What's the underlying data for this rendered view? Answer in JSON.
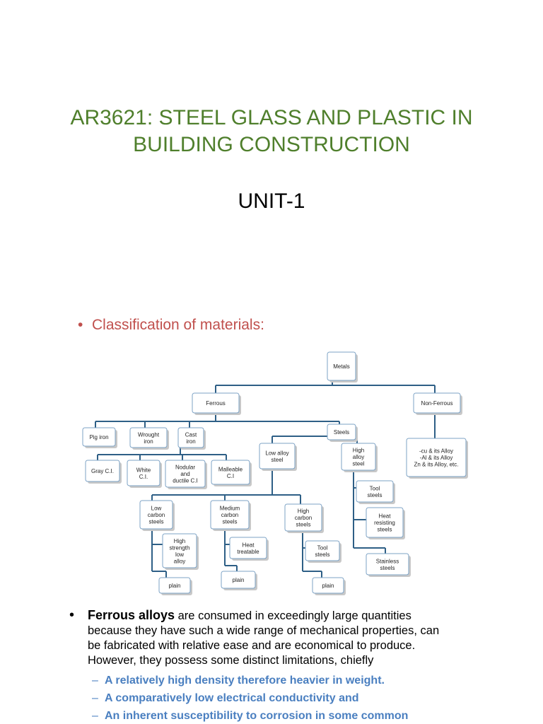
{
  "title_line1": "AR3621: STEEL GLASS AND PLASTIC IN",
  "title_line2": "BUILDING CONSTRUCTION",
  "unit": "UNIT-1",
  "bullet_heading": "Classification of materials:",
  "diagram": {
    "metals": "Metals",
    "ferrous": "Ferrous",
    "non_ferrous": "Non-Ferrous",
    "pig_iron": "Pig iron",
    "wrought_iron": [
      "Wrought",
      "iron"
    ],
    "cast_iron": [
      "Cast",
      "iron"
    ],
    "steels": "Steels",
    "non_ferrous_list": [
      "-cu & its Alloy",
      "-Al & its Alloy",
      "Zn & its Alloy, etc."
    ],
    "gray_ci": "Gray C.I.",
    "white_ci": [
      "White",
      "C.I."
    ],
    "nodular": [
      "Nodular",
      "and",
      "ductile C.I"
    ],
    "malleable": [
      "Malleable",
      "C.I"
    ],
    "low_alloy_steel": [
      "Low alloy",
      "steel"
    ],
    "high_alloy_steel": [
      "High",
      "alloy",
      "steel"
    ],
    "tool_steels_high": [
      "Tool",
      "steels"
    ],
    "heat_resisting": [
      "Heat",
      "resisting",
      "steels"
    ],
    "stainless": [
      "Stainless",
      "steels"
    ],
    "low_carbon": [
      "Low",
      "carbon",
      "steels"
    ],
    "medium_carbon": [
      "Medium",
      "carbon",
      "steels"
    ],
    "high_carbon": [
      "High",
      "carbon",
      "steels"
    ],
    "hsla": [
      "High",
      "strength",
      "low",
      "alloy"
    ],
    "heat_treatable": [
      "Heat",
      "treatable"
    ],
    "tool_steels_low": [
      "Tool",
      "steels"
    ],
    "plain": "plain"
  },
  "paragraph": {
    "bold_lead": "Ferrous alloys",
    "rest_line1": " are consumed in exceedingly large quantities",
    "line2": "because they have such a wide range of mechanical properties, can",
    "line3": "be fabricated with relative ease and are economical to produce.",
    "line4": "However, they possess some distinct limitations, chiefly"
  },
  "sub_bullets": [
    "A relatively high density therefore heavier in weight.",
    "A comparatively low electrical conductivity and",
    "An inherent susceptibility to corrosion in some common"
  ],
  "colors": {
    "title": "#4f7f2c",
    "heading": "#c0504d",
    "sub": "#4a7fc0",
    "connector": "#2e5f86",
    "box_border": "#7da3c6"
  }
}
